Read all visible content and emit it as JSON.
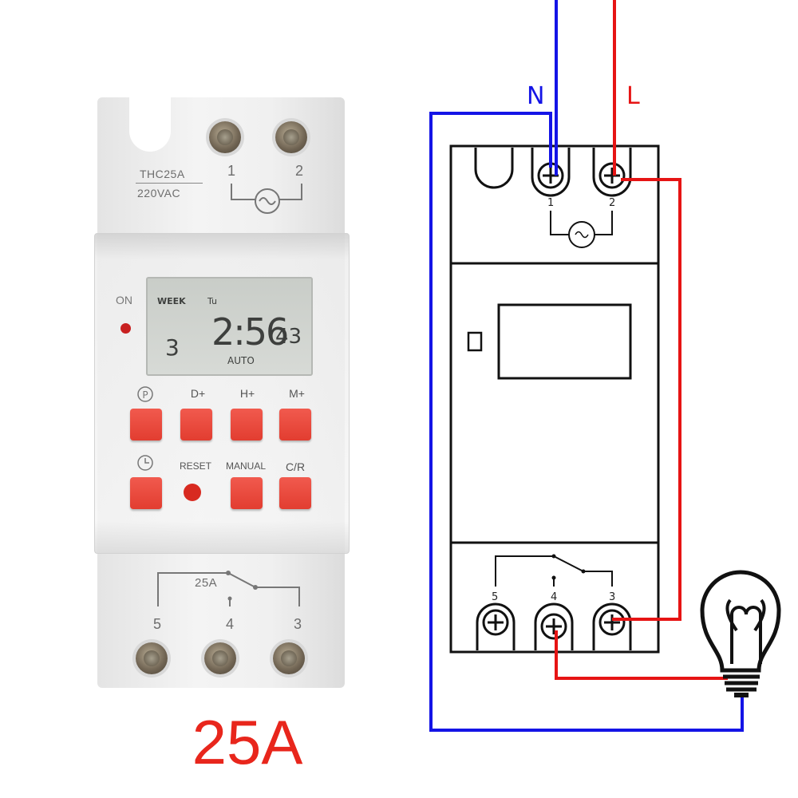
{
  "device": {
    "model": "THC25A",
    "voltage": "220VAC",
    "top_terminals": [
      "1",
      "2"
    ],
    "indicator_label": "ON",
    "display": {
      "week_label": "WEEK",
      "day": "Tu",
      "time_main": "2:56",
      "seconds": "43",
      "left_digit": "3",
      "mode": "AUTO"
    },
    "button_row1_labels": [
      "D+",
      "H+",
      "M+"
    ],
    "button_row2_labels": [
      "RESET",
      "MANUAL",
      "C/R"
    ],
    "relay_rating": "25A",
    "bottom_terminals": [
      "5",
      "4",
      "3"
    ]
  },
  "rating_label": "25A",
  "wiring": {
    "neutral_label": "N",
    "live_label": "L",
    "terminals_top": [
      "1",
      "2"
    ],
    "terminals_bottom": [
      "5",
      "4",
      "3"
    ],
    "colors": {
      "neutral": "#1414e6",
      "live": "#e61414",
      "outline": "#111111",
      "caption": "#e8261c"
    }
  }
}
